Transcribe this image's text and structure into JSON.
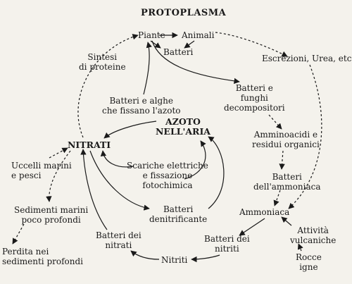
{
  "title": "PROTOPLASMA",
  "nodes": {
    "piante": "Piante",
    "animali": "Animali",
    "batteri_top": "Batteri",
    "sintesi_proteine": "Sintesi\ndi proteine",
    "escrezioni": "Escrezioni, Urea, etc",
    "batteri_funghi": "Batteri e\nfunghi\ndecompositori",
    "batteri_alghe": "Batteri e alghe\nche fissano l'azoto",
    "azoto_aria": "AZOTO\nNELL'ARIA",
    "nitrati": "NITRATI",
    "amminoacidi": "Amminoacidi e\nresidui organici",
    "uccelli": "Uccelli marini\ne pesci",
    "scariche": "Scariche elettriche\ne fissazione\nfotochimica",
    "batteri_ammoniaca": "Batteri\ndell'ammoniaca",
    "sedimenti": "Sedimenti marini\npoco profondi",
    "batteri_denitrificante": "Batteri\ndenitrificante",
    "ammoniaca": "Ammoniaca",
    "attivita": "Attività\nvulcaniche",
    "perdita": "Perdita nei\nsedimenti profondi",
    "batteri_nitrati": "Batteri dei\nnitrati",
    "batteri_nitriti": "Batteri dei\nnitriti",
    "nitriti": "Nitriti",
    "rocce": "Rocce\nigne"
  }
}
